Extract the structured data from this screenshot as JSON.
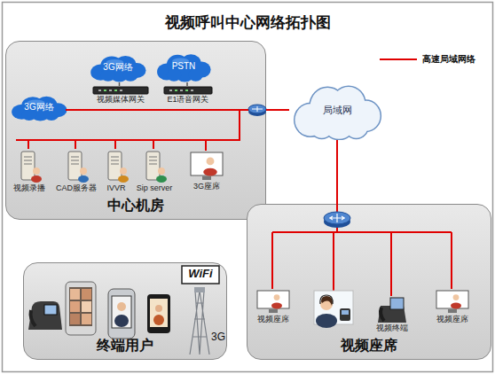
{
  "diagram": {
    "title": "视频呼叫中心网络拓扑图",
    "nodes": [
      {
        "text": [
          "中心机房"
        ]
      },
      {
        "text": [
          "3G网络"
        ],
        "in": 0
      },
      {
        "text": [
          "PSTN"
        ],
        "in": 0
      },
      {
        "text": [
          "3G网络"
        ],
        "in": 0
      },
      {
        "text": [
          "视频媒体网关"
        ],
        "in": 0
      },
      {
        "text": [
          "E1语音网关"
        ],
        "in": 0
      },
      {
        "text": [
          "视频录播"
        ],
        "in": 0
      },
      {
        "text": [
          "CAD服务器"
        ],
        "in": 0
      },
      {
        "text": [
          "IVVR"
        ],
        "in": 0
      },
      {
        "text": [
          "Sip server"
        ],
        "in": 0
      },
      {
        "text": [
          "3G座席"
        ],
        "in": 0
      },
      {
        "text": [
          "局域网"
        ]
      },
      {
        "text": [
          "视频座席"
        ]
      },
      {
        "text": [
          "视频座席"
        ],
        "in": 12
      },
      {
        "text": [
          "视频终端"
        ],
        "in": 12
      },
      {
        "text": [
          "视频座席"
        ],
        "in": 12
      },
      {
        "text": [
          "终端用户"
        ]
      }
    ],
    "edges": [
      {
        "from": 1,
        "to": 4,
        "arrow": "none"
      },
      {
        "from": 2,
        "to": 5,
        "arrow": "none"
      },
      {
        "from": 0,
        "to": 11,
        "arrow": "none"
      },
      {
        "from": 11,
        "to": 12,
        "arrow": "none"
      }
    ],
    "labels": [
      "WiFi",
      "3G"
    ],
    "legend": [
      {
        "text": "高速局域网络"
      }
    ]
  }
}
